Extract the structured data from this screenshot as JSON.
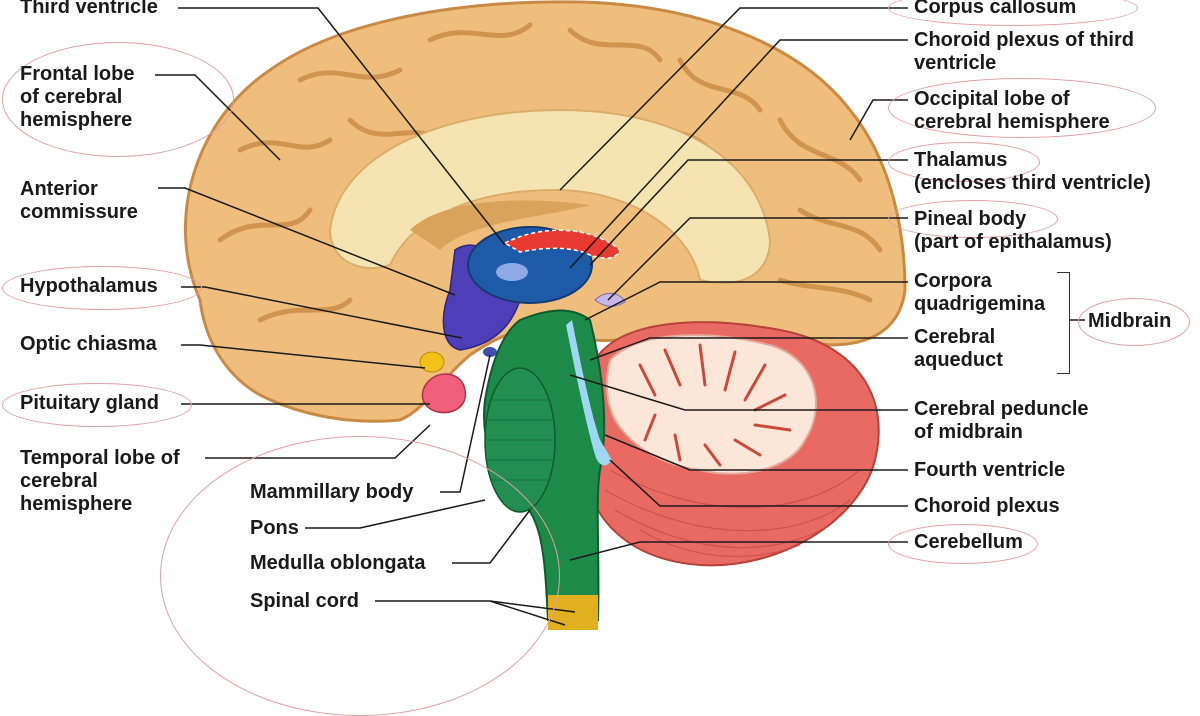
{
  "labels": {
    "third_ventricle": "Third ventricle",
    "frontal_lobe": [
      "Frontal lobe",
      "of cerebral",
      "hemisphere"
    ],
    "anterior_commissure": [
      "Anterior",
      "commissure"
    ],
    "hypothalamus": "Hypothalamus",
    "optic_chiasma": "Optic chiasma",
    "pituitary_gland": "Pituitary gland",
    "temporal_lobe": [
      "Temporal lobe of",
      "cerebral",
      "hemisphere"
    ],
    "mammillary_body": "Mammillary body",
    "pons": "Pons",
    "medulla_oblongata": "Medulla oblongata",
    "spinal_cord": "Spinal cord",
    "corpus_callosum": "Corpus callosum",
    "choroid_plexus_third": [
      "Choroid plexus of third",
      "ventricle"
    ],
    "occipital_lobe": [
      "Occipital lobe of",
      "cerebral hemisphere"
    ],
    "thalamus": [
      "Thalamus",
      "(encloses third ventricle)"
    ],
    "pineal_body": [
      "Pineal body",
      "(part of epithalamus)"
    ],
    "corpora_quadrigemina": [
      "Corpora",
      "quadrigemina"
    ],
    "cerebral_aqueduct": [
      "Cerebral",
      "aqueduct"
    ],
    "midbrain": "Midbrain",
    "cerebral_peduncle": [
      "Cerebral peduncle",
      "of midbrain"
    ],
    "fourth_ventricle": "Fourth ventricle",
    "choroid_plexus": "Choroid plexus",
    "cerebellum": "Cerebellum"
  },
  "colors": {
    "cortex": "#f0be7c",
    "cortex_shadow": "#c98a45",
    "corpus_callosum": "#f6e3b2",
    "ventricle": "#1f5aa8",
    "hypothalamus": "#4e3fb8",
    "brainstem": "#1e8a4a",
    "cerebellum_red": "#e86a62",
    "cerebellum_white": "#fbe6d9",
    "choroid_red": "#e83a30",
    "pituitary": "#f0607a",
    "optic": "#f2c21a",
    "aqueduct": "#9fd6f2",
    "leader_line": "#1a1a1a",
    "highlight_ring": "#e0a0a4"
  }
}
